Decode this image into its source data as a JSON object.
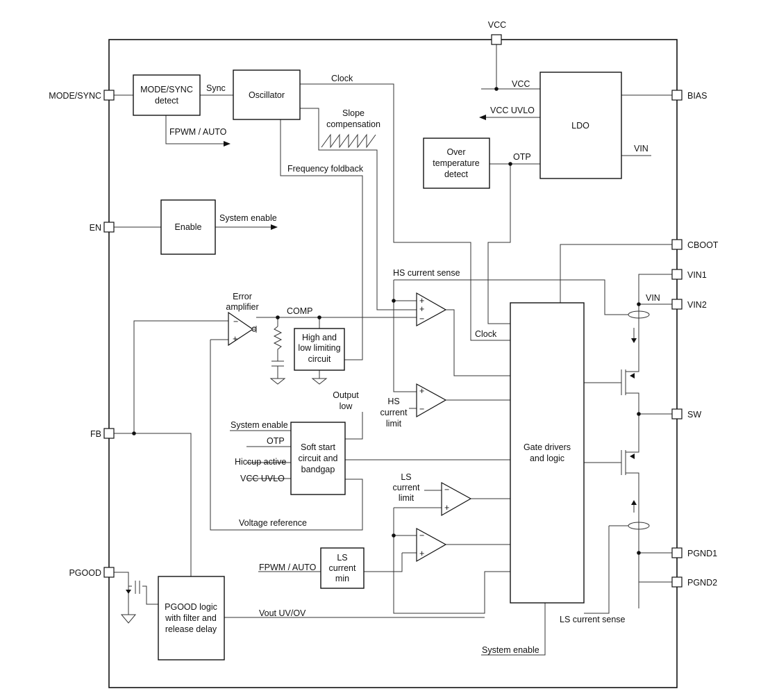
{
  "pins": {
    "vcc": "VCC",
    "mode_sync": "MODE/SYNC",
    "bias": "BIAS",
    "en": "EN",
    "cboot": "CBOOT",
    "vin1": "VIN1",
    "vin2": "VIN2",
    "fb": "FB",
    "sw": "SW",
    "pgood": "PGOOD",
    "pgnd1": "PGND1",
    "pgnd2": "PGND2"
  },
  "blocks": {
    "mode_sync_detect": [
      "MODE/SYNC",
      "detect"
    ],
    "oscillator": [
      "Oscillator"
    ],
    "ldo": [
      "LDO"
    ],
    "over_temp": [
      "Over",
      "temperature",
      "detect"
    ],
    "enable": [
      "Enable"
    ],
    "limiting": [
      "High and",
      "low limiting",
      "circuit"
    ],
    "soft_start": [
      "Soft start",
      "circuit and",
      "bandgap"
    ],
    "gate_drivers": [
      "Gate drivers",
      "and logic"
    ],
    "ls_current_min": [
      "LS",
      "current",
      "min"
    ],
    "pgood_logic": [
      "PGOOD logic",
      "with filter and",
      "release delay"
    ]
  },
  "labels": {
    "sync": "Sync",
    "clock_top": "Clock",
    "vcc_ldo": "VCC",
    "vcc_uvlo_ldo": "VCC UVLO",
    "otp_ldo": "OTP",
    "vin_ldo": "VIN",
    "fpwm_auto_top": "FPWM / AUTO",
    "slope_comp": [
      "Slope",
      "compensation"
    ],
    "freq_foldback": "Frequency foldback",
    "system_enable_out": "System enable",
    "hs_current_sense": "HS current sense",
    "error_amp": [
      "Error",
      "amplifier"
    ],
    "comp": "COMP",
    "clock_gate": "Clock",
    "vin_node": "VIN",
    "output_low": [
      "Output",
      "low"
    ],
    "hs_current_limit": [
      "HS",
      "current",
      "limit"
    ],
    "ss_system_enable": "System enable",
    "ss_otp": "OTP",
    "ss_hiccup": "Hiccup active",
    "ss_vcc_uvlo": "VCC UVLO",
    "ls_current_limit": [
      "LS",
      "current",
      "limit"
    ],
    "voltage_reference": "Voltage reference",
    "fpwm_auto_bottom": "FPWM / AUTO",
    "vout_uv_ov": "Vout UV/OV",
    "ls_current_sense": "LS current sense",
    "system_enable_bottom": "System enable"
  },
  "comparator_signs": {
    "plus": "+",
    "minus": "−"
  }
}
